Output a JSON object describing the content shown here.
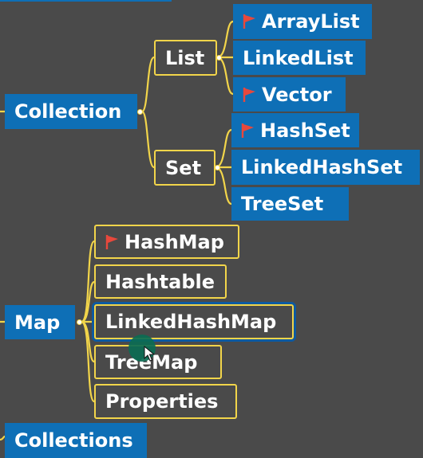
{
  "mindmap": {
    "collection": {
      "label": "Collection",
      "list": {
        "label": "List",
        "children": [
          {
            "label": "ArrayList",
            "flag": true
          },
          {
            "label": "LinkedList",
            "flag": false
          },
          {
            "label": "Vector",
            "flag": true
          }
        ]
      },
      "set": {
        "label": "Set",
        "children": [
          {
            "label": "HashSet",
            "flag": true
          },
          {
            "label": "LinkedHashSet",
            "flag": false
          },
          {
            "label": "TreeSet",
            "flag": false
          }
        ]
      }
    },
    "map": {
      "label": "Map",
      "children": [
        {
          "label": "HashMap",
          "flag": true
        },
        {
          "label": "Hashtable",
          "flag": false
        },
        {
          "label": "LinkedHashMap",
          "flag": false,
          "selected": true
        },
        {
          "label": "TreeMap",
          "flag": false
        },
        {
          "label": "Properties",
          "flag": false
        }
      ]
    },
    "collections": {
      "label": "Collections"
    }
  },
  "colors": {
    "background": "#4a4a4a",
    "node_blue": "#0e6fb6",
    "connector_yellow": "#f2d54a",
    "flag_red": "#e8483c",
    "selection_blue": "#0e5aa0",
    "cursor_highlight": "#0b6b52"
  },
  "icons": {
    "priority_flag": "red-flag-icon",
    "cursor": "mouse-pointer-icon"
  }
}
